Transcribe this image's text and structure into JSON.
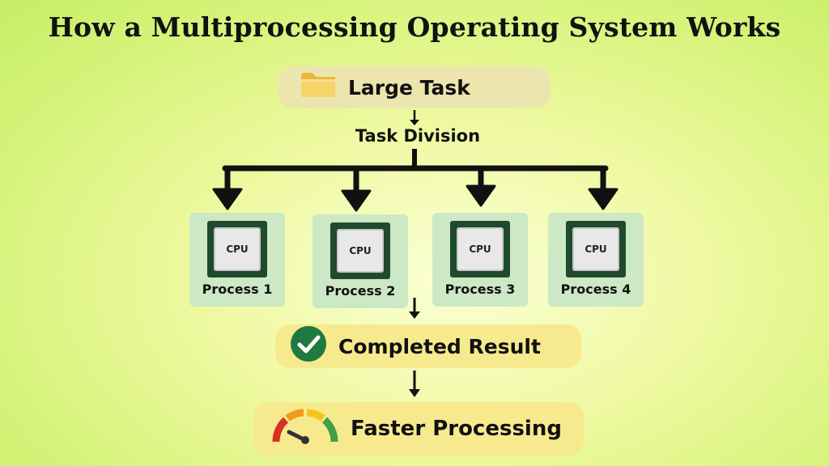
{
  "title": "How a Multiprocessing Operating System Works",
  "large_task": {
    "label": "Large Task",
    "icon": "folder-icon"
  },
  "task_division": "Task Division",
  "processes": [
    {
      "chip": "CPU",
      "label": "Process 1"
    },
    {
      "chip": "CPU",
      "label": "Process 2"
    },
    {
      "chip": "CPU",
      "label": "Process 3"
    },
    {
      "chip": "CPU",
      "label": "Process 4"
    }
  ],
  "completed_result": {
    "label": "Completed Result",
    "icon": "checkmark-icon"
  },
  "faster_processing": {
    "label": "Faster Processing",
    "icon": "speedometer-icon"
  },
  "colors": {
    "pill_task": "#ece6ae",
    "pill_result": "#f7ea8e",
    "process_box": "#cde8c4",
    "chip_frame": "#1f4a2e",
    "check_green": "#1f7a3f"
  }
}
